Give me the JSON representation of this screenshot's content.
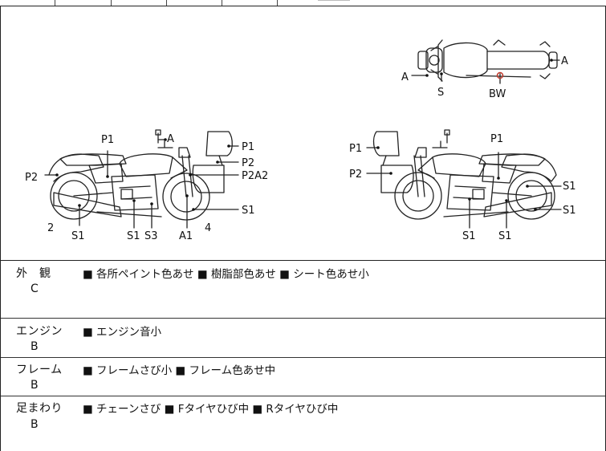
{
  "diagram": {
    "top_view_labels": {
      "a_left": "A",
      "a_right": "A",
      "s": "S",
      "bw": "BW"
    },
    "left_side_labels": {
      "a_mirror": "A",
      "p1_tank": "P1",
      "p2_front": "P2",
      "p1_cowl": "P1",
      "p2_cowl": "P2",
      "p2a2": "P2A2",
      "s1_right": "S1",
      "num_2": "2",
      "s1_a": "S1",
      "s1_b": "S1",
      "s3": "S3",
      "a1": "A1",
      "num_4": "4"
    },
    "right_side_labels": {
      "p1_cowl": "P1",
      "p2_cowl": "P2",
      "p1_tank": "P1",
      "s1_upper": "S1",
      "s1_lower": "S1",
      "s1_a": "S1",
      "s1_b": "S1"
    }
  },
  "rows": [
    {
      "label": "外　観",
      "grade": "C",
      "notes": "■ 各所ペイント色あせ ■ 樹脂部色あせ ■ シート色あせ小"
    },
    {
      "label": "エンジン",
      "grade": "B",
      "notes": "■ エンジン音小"
    },
    {
      "label": "フレーム",
      "grade": "B",
      "notes": "■ フレームさび小 ■ フレーム色あせ中"
    },
    {
      "label": "足まわり",
      "grade": "B",
      "notes": "■ チェーンさび ■ Fタイヤひび中 ■ Rタイヤひび中"
    }
  ]
}
